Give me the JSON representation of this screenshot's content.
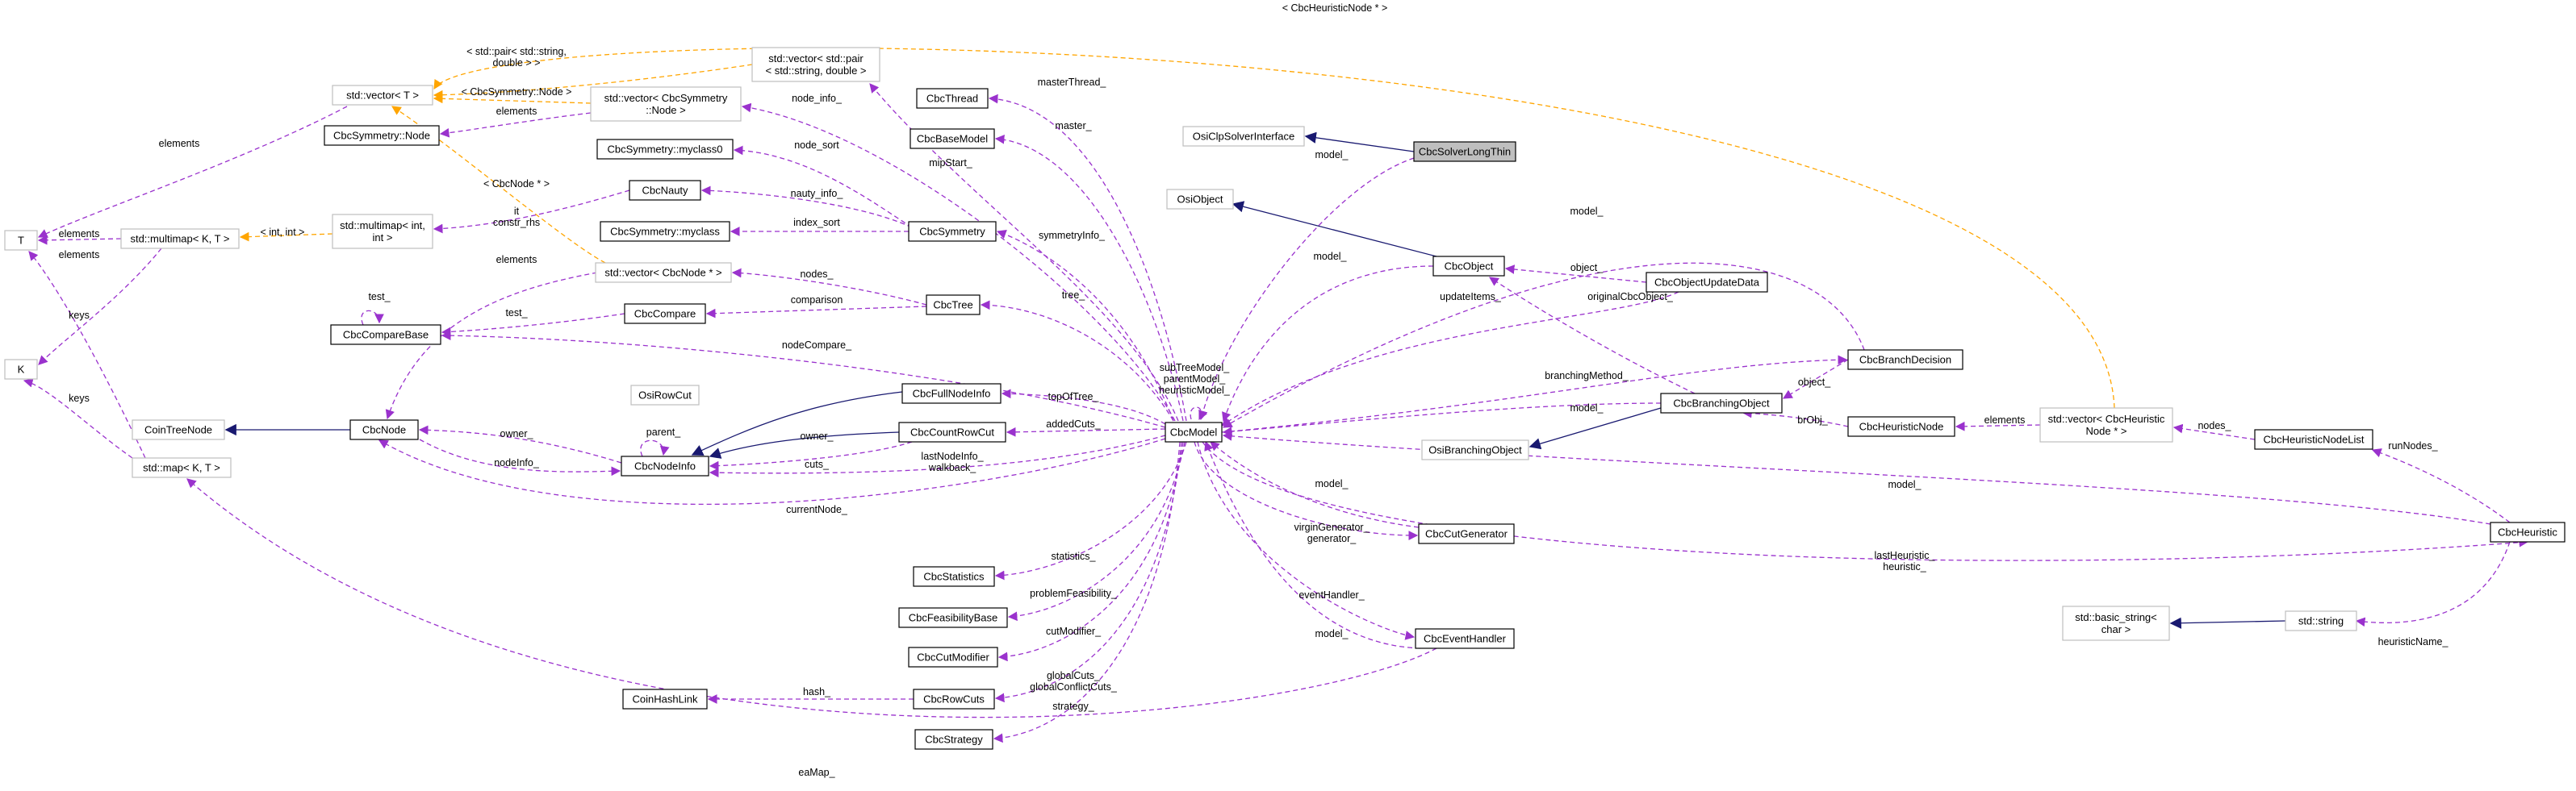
{
  "colors": {
    "purple": "#9a32cd",
    "orange": "#ffa500",
    "navy": "#191970",
    "node_border_dark": "#000000",
    "node_border_light": "#bfbfbf",
    "highlight_fill": "#bfbfbf"
  },
  "nodes": [
    {
      "id": "n_CbcSolverLongThin",
      "label": "CbcSolverLongThin",
      "style": "highlight"
    },
    {
      "id": "n_OsiClpSolverInterface",
      "label": "OsiClpSolverInterface",
      "style": "light"
    },
    {
      "id": "n_CbcModel",
      "label": "CbcModel",
      "style": "dark"
    },
    {
      "id": "n_CbcThread",
      "label": "CbcThread",
      "style": "dark"
    },
    {
      "id": "n_CbcBaseModel",
      "label": "CbcBaseModel",
      "style": "dark"
    },
    {
      "id": "n_CbcSymmetry_myclass0",
      "label": "CbcSymmetry::myclass0",
      "style": "dark"
    },
    {
      "id": "n_CbcNauty",
      "label": "CbcNauty",
      "style": "dark"
    },
    {
      "id": "n_CbcSymmetry_myclass",
      "label": "CbcSymmetry::myclass",
      "style": "dark"
    },
    {
      "id": "n_CbcSymmetry",
      "label": "CbcSymmetry",
      "style": "dark"
    },
    {
      "id": "n_vec_pair",
      "label_lines": [
        "std::vector< std::pair",
        "< std::string, double >"
      ],
      "style": "light"
    },
    {
      "id": "n_vec_T",
      "label": "std::vector< T >",
      "style": "light"
    },
    {
      "id": "n_CbcSymmetry_Node",
      "label": "CbcSymmetry::Node",
      "style": "dark"
    },
    {
      "id": "n_vec_symnode",
      "label_lines": [
        "std::vector< CbcSymmetry",
        "::Node >"
      ],
      "style": "light"
    },
    {
      "id": "n_T",
      "label": "T",
      "style": "light"
    },
    {
      "id": "n_multimap_KT",
      "label": "std::multimap< K, T >",
      "style": "light"
    },
    {
      "id": "n_multimap_int",
      "label_lines": [
        "std::multimap< int,",
        "int >"
      ],
      "style": "light"
    },
    {
      "id": "n_K",
      "label": "K",
      "style": "light"
    },
    {
      "id": "n_vec_cbcnode",
      "label": "std::vector< CbcNode * >",
      "style": "light"
    },
    {
      "id": "n_CbcCompareBase",
      "label": "CbcCompareBase",
      "style": "dark"
    },
    {
      "id": "n_CbcCompare",
      "label": "CbcCompare",
      "style": "dark"
    },
    {
      "id": "n_CbcTree",
      "label": "CbcTree",
      "style": "dark"
    },
    {
      "id": "n_CoinTreeNode",
      "label": "CoinTreeNode",
      "style": "light"
    },
    {
      "id": "n_CbcNode",
      "label": "CbcNode",
      "style": "dark"
    },
    {
      "id": "n_map_KT",
      "label": "std::map< K, T >",
      "style": "light"
    },
    {
      "id": "n_OsiRowCut",
      "label": "OsiRowCut",
      "style": "light"
    },
    {
      "id": "n_CbcFullNodeInfo",
      "label": "CbcFullNodeInfo",
      "style": "dark"
    },
    {
      "id": "n_CbcCountRowCut",
      "label": "CbcCountRowCut",
      "style": "dark"
    },
    {
      "id": "n_CbcNodeInfo",
      "label": "CbcNodeInfo",
      "style": "dark"
    },
    {
      "id": "n_CbcStatistics",
      "label": "CbcStatistics",
      "style": "dark"
    },
    {
      "id": "n_CbcFeasibilityBase",
      "label": "CbcFeasibilityBase",
      "style": "dark"
    },
    {
      "id": "n_CbcCutModifier",
      "label": "CbcCutModifier",
      "style": "dark"
    },
    {
      "id": "n_CoinHashLink",
      "label": "CoinHashLink",
      "style": "dark"
    },
    {
      "id": "n_CbcRowCuts",
      "label": "CbcRowCuts",
      "style": "dark"
    },
    {
      "id": "n_CbcStrategy",
      "label": "CbcStrategy",
      "style": "dark"
    },
    {
      "id": "n_OsiObject",
      "label": "OsiObject",
      "style": "light"
    },
    {
      "id": "n_CbcObject",
      "label": "CbcObject",
      "style": "dark"
    },
    {
      "id": "n_CbcObjectUpdateData",
      "label": "CbcObjectUpdateData",
      "style": "dark"
    },
    {
      "id": "n_CbcBranchDecision",
      "label": "CbcBranchDecision",
      "style": "dark"
    },
    {
      "id": "n_CbcBranchingObject",
      "label": "CbcBranchingObject",
      "style": "dark"
    },
    {
      "id": "n_OsiBranchingObject",
      "label": "OsiBranchingObject",
      "style": "light"
    },
    {
      "id": "n_CbcHeuristicNode",
      "label": "CbcHeuristicNode",
      "style": "dark"
    },
    {
      "id": "n_vec_heurnode",
      "label_lines": [
        "std::vector< CbcHeuristic",
        "Node * >"
      ],
      "style": "light"
    },
    {
      "id": "n_CbcHeuristicNodeList",
      "label": "CbcHeuristicNodeList",
      "style": "dark"
    },
    {
      "id": "n_CbcHeuristic",
      "label": "CbcHeuristic",
      "style": "dark"
    },
    {
      "id": "n_CbcCutGenerator",
      "label": "CbcCutGenerator",
      "style": "dark"
    },
    {
      "id": "n_CbcEventHandler",
      "label": "CbcEventHandler",
      "style": "dark"
    },
    {
      "id": "n_basic_string",
      "label_lines": [
        "std::basic_string<",
        "char >"
      ],
      "style": "light"
    },
    {
      "id": "n_std_string",
      "label": "std::string",
      "style": "light"
    }
  ],
  "edge_labels": [
    {
      "id": "l_model_top",
      "text": "model_"
    },
    {
      "id": "l_masterThread",
      "text": "masterThread_"
    },
    {
      "id": "l_master",
      "text": "master_"
    },
    {
      "id": "l_mipStart",
      "text": "mipStart_"
    },
    {
      "id": "l_node_info",
      "text": "node_info_"
    },
    {
      "id": "l_node_sort",
      "text": "node_sort"
    },
    {
      "id": "l_nauty_info",
      "text": "nauty_info_"
    },
    {
      "id": "l_index_sort",
      "text": "index_sort"
    },
    {
      "id": "l_symmetryInfo",
      "text": "symmetryInfo_"
    },
    {
      "id": "l_tree",
      "text": "tree_"
    },
    {
      "id": "l_nodes",
      "text": "nodes_"
    },
    {
      "id": "l_comparison",
      "text": "comparison"
    },
    {
      "id": "l_nodeCompare",
      "text": "nodeCompare_"
    },
    {
      "id": "l_test_self",
      "text": "test_"
    },
    {
      "id": "l_test",
      "text": "test_"
    },
    {
      "id": "l_elements_vecnode",
      "text": "elements"
    },
    {
      "id": "l_cbcnode_ptr",
      "text": "< CbcNode * >"
    },
    {
      "id": "l_pair_string_double",
      "text_lines": [
        "< std::pair< std::string,",
        "double > >"
      ]
    },
    {
      "id": "l_symnode_tmpl",
      "text": "< CbcSymmetry::Node >"
    },
    {
      "id": "l_elements_sym",
      "text": "elements"
    },
    {
      "id": "l_elements_T",
      "text": "elements"
    },
    {
      "id": "l_it_constr",
      "text_lines": [
        "it",
        "constr_rhs"
      ]
    },
    {
      "id": "l_int_int",
      "text": "< int, int >"
    },
    {
      "id": "l_elements_mm",
      "text": "elements"
    },
    {
      "id": "l_elements_map",
      "text": "elements"
    },
    {
      "id": "l_keys_mm",
      "text": "keys"
    },
    {
      "id": "l_keys_map",
      "text": "keys"
    },
    {
      "id": "l_owner_node",
      "text": "owner_"
    },
    {
      "id": "l_parent",
      "text": "parent_"
    },
    {
      "id": "l_nodeInfo",
      "text": "nodeInfo_"
    },
    {
      "id": "l_owner_crc",
      "text": "owner_"
    },
    {
      "id": "l_cuts",
      "text": "cuts_"
    },
    {
      "id": "l_topOfTree",
      "text": "topOfTree_"
    },
    {
      "id": "l_addedCuts",
      "text": "addedCuts_"
    },
    {
      "id": "l_lastNodeInfo",
      "text_lines": [
        "lastNodeInfo_",
        "walkback_"
      ]
    },
    {
      "id": "l_currentNode",
      "text": "currentNode_"
    },
    {
      "id": "l_statistics",
      "text": "statistics_"
    },
    {
      "id": "l_problemFeasibility",
      "text": "problemFeasibility_"
    },
    {
      "id": "l_cutModifier",
      "text": "cutModifier_"
    },
    {
      "id": "l_hash",
      "text": "hash_"
    },
    {
      "id": "l_globalCuts",
      "text_lines": [
        "globalCuts_",
        "globalConflictCuts_"
      ]
    },
    {
      "id": "l_strategy",
      "text": "strategy_"
    },
    {
      "id": "l_eaMap",
      "text": "eaMap_"
    },
    {
      "id": "l_subTreeModel",
      "text_lines": [
        "subTreeModel_",
        "parentModel_",
        "heuristicModel_"
      ]
    },
    {
      "id": "l_model_obj",
      "text": "model_"
    },
    {
      "id": "l_object",
      "text": "object_"
    },
    {
      "id": "l_updateItems",
      "text": "updateItems_"
    },
    {
      "id": "l_originalCbcObject",
      "text": "originalCbcObject_"
    },
    {
      "id": "l_model_bd",
      "text": "model_"
    },
    {
      "id": "l_branchingMethod",
      "text": "branchingMethod_"
    },
    {
      "id": "l_object_bd",
      "text": "object_"
    },
    {
      "id": "l_model_bo",
      "text": "model_"
    },
    {
      "id": "l_brObj",
      "text": "brObj_"
    },
    {
      "id": "l_elements_hn",
      "text": "elements"
    },
    {
      "id": "l_nodes_hnl",
      "text": "nodes_"
    },
    {
      "id": "l_runNodes",
      "text": "runNodes_"
    },
    {
      "id": "l_model_heur",
      "text": "model_"
    },
    {
      "id": "l_heurnode_tmpl",
      "text": "< CbcHeuristicNode * >"
    },
    {
      "id": "l_model_cg",
      "text": "model_"
    },
    {
      "id": "l_virginGenerator",
      "text_lines": [
        "virginGenerator_",
        "generator_"
      ]
    },
    {
      "id": "l_lastHeuristic",
      "text_lines": [
        "lastHeuristic_",
        "heuristic_"
      ]
    },
    {
      "id": "l_eventHandler",
      "text": "eventHandler_"
    },
    {
      "id": "l_model_eh",
      "text": "model_"
    },
    {
      "id": "l_heuristicName",
      "text": "heuristicName_"
    }
  ]
}
